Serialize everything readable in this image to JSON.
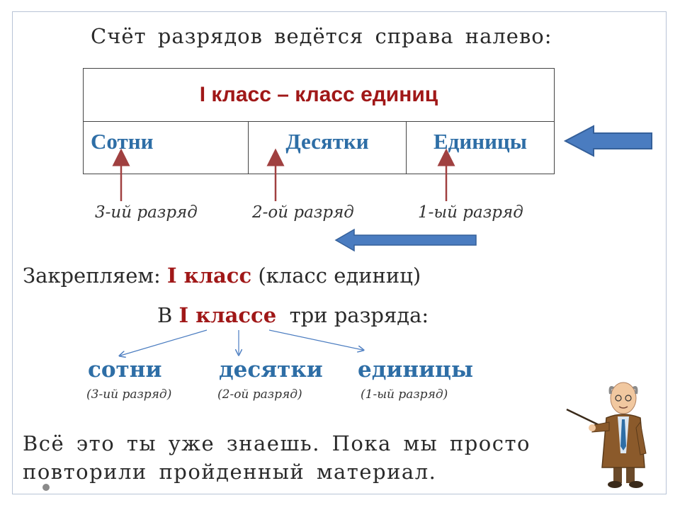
{
  "title": "Счёт  разрядов  ведётся  справа  налево:",
  "table": {
    "class_header": "I класс – класс единиц",
    "columns": [
      "Сотни",
      "Десятки",
      "Единицы"
    ]
  },
  "ranks": [
    "3-ий разряд",
    "2-ой разряд",
    "1-ый разряд"
  ],
  "reinforce": {
    "prefix": "Закрепляем:",
    "highlight": "I класс",
    "suffix": "(класс  единиц)"
  },
  "in_class": {
    "prefix": "В",
    "highlight": "I классе",
    "suffix": "три  разряда:"
  },
  "digits": [
    {
      "name": "сотни",
      "rank": "(3-ий разряд)"
    },
    {
      "name": "десятки",
      "rank": "(2-ой разряд)"
    },
    {
      "name": "единицы",
      "rank": "(1-ый разряд)"
    }
  ],
  "conclusion": [
    "Всё  это  ты  уже  знаешь.  Пока  мы  просто",
    "повторили  пройденный  материал."
  ],
  "colors": {
    "accent_red": "#a01818",
    "accent_blue": "#2e6ea6",
    "arrow_blue": "#4a7cc0"
  }
}
